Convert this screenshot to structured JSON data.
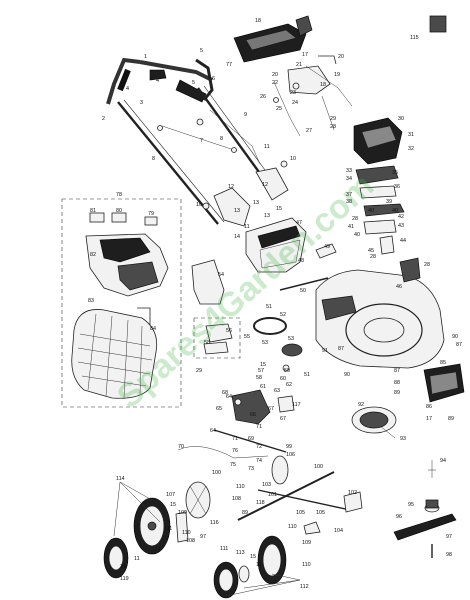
{
  "watermark": "Spares4Garden.com",
  "labels": {
    "l115": "115",
    "l18": "18",
    "l17": "17",
    "l20": "20",
    "l19": "19",
    "l5": "5",
    "l1": "1",
    "l77": "77",
    "l4": "4",
    "l3": "3",
    "l2": "2",
    "l6": "6",
    "l7": "7",
    "l8": "8",
    "l9": "9",
    "l10": "10",
    "l11": "11",
    "l12": "12",
    "l13": "13",
    "l14": "14",
    "l15": "15",
    "l21": "21",
    "l22": "22",
    "l23": "23",
    "l24": "24",
    "l25": "25",
    "l26": "26",
    "l27": "27",
    "l28": "28",
    "l29": "29",
    "l30": "30",
    "l31": "31",
    "l32": "32",
    "l33": "33",
    "l34": "34",
    "l35": "35",
    "l36": "36",
    "l37": "37",
    "l38": "38",
    "l39": "39",
    "l40": "40",
    "l41": "41",
    "l42": "42",
    "l43": "43",
    "l44": "44",
    "l45": "45",
    "l46": "46",
    "l47": "47",
    "l48": "48",
    "l49": "49",
    "l50": "50",
    "l51": "51",
    "l52": "52",
    "l53": "53",
    "l54": "54",
    "l55": "55",
    "l56": "56",
    "l57": "57",
    "l58": "58",
    "l59": "59",
    "l60": "60",
    "l61": "61",
    "l62": "62",
    "l63": "63",
    "l64": "64",
    "l65": "65",
    "l66": "66",
    "l67": "67",
    "l68": "68",
    "l69": "69",
    "l70": "70",
    "l71": "71",
    "l72": "72",
    "l73": "73",
    "l74": "74",
    "l75": "75",
    "l76": "76",
    "l78": "78",
    "l79": "79",
    "l80": "80",
    "l81": "81",
    "l82": "82",
    "l83": "83",
    "l84": "84",
    "l85": "85",
    "l86": "86",
    "l87": "87",
    "l88": "88",
    "l89": "89",
    "l90": "90",
    "l91": "91",
    "l92": "92",
    "l93": "93",
    "l94": "94",
    "l95": "95",
    "l96": "96",
    "l97": "97",
    "l98": "98",
    "l99": "99",
    "l100": "100",
    "l101": "101",
    "l102": "102",
    "l103": "103",
    "l104": "104",
    "l105": "105",
    "l106": "106",
    "l107": "107",
    "l108": "108",
    "l109": "109",
    "l110": "110",
    "l111": "111",
    "l112": "112",
    "l113": "113",
    "l114": "114",
    "l116": "116",
    "l117": "117",
    "l118": "118",
    "l119": "119"
  }
}
